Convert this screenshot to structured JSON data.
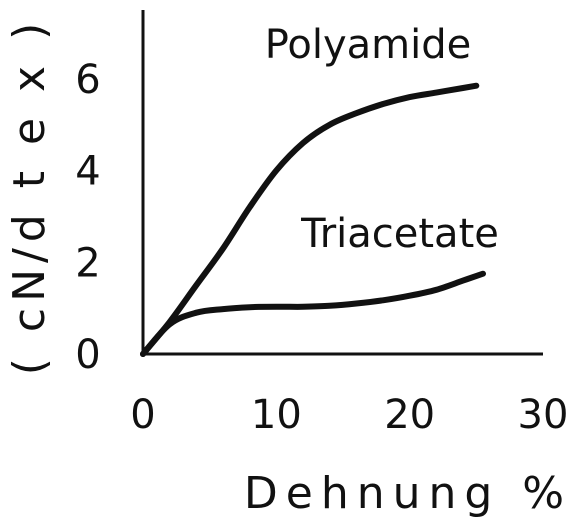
{
  "chart_data": {
    "type": "line",
    "xlabel": "Dehnung %",
    "ylabel": "( cN/d t e x )",
    "xlim": [
      0,
      30
    ],
    "ylim": [
      0,
      7.5
    ],
    "xticks": [
      0,
      10,
      20,
      30
    ],
    "yticks": [
      0,
      2,
      4,
      6
    ],
    "grid": false,
    "series": [
      {
        "name": "Polyamide",
        "x": [
          0,
          2,
          4,
          6,
          8,
          10,
          12,
          14,
          16,
          18,
          20,
          22,
          24,
          25
        ],
        "y": [
          0,
          0.7,
          1.5,
          2.3,
          3.2,
          4.0,
          4.6,
          5.0,
          5.25,
          5.45,
          5.6,
          5.7,
          5.8,
          5.85
        ]
      },
      {
        "name": "Triacetate",
        "x": [
          0,
          2,
          4,
          6,
          8,
          10,
          12,
          14,
          16,
          18,
          20,
          22,
          24,
          25.5
        ],
        "y": [
          0,
          0.65,
          0.9,
          0.98,
          1.02,
          1.03,
          1.03,
          1.05,
          1.1,
          1.17,
          1.27,
          1.4,
          1.6,
          1.75
        ]
      }
    ]
  }
}
